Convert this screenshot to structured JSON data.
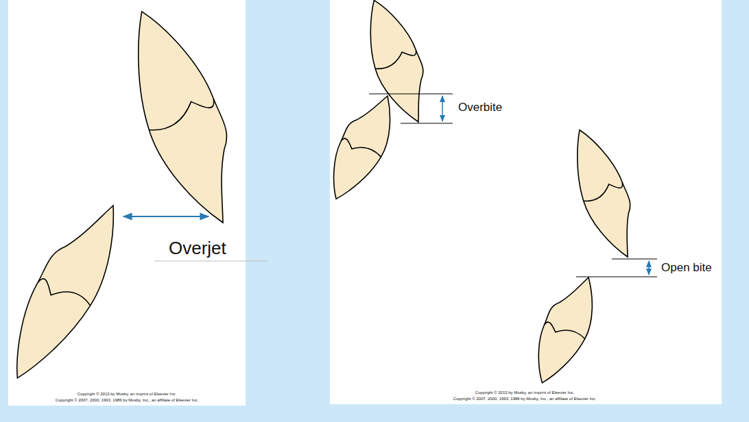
{
  "diagram": {
    "labels": [
      "Overjet",
      "Copyright © 2013 by Mosby, an imprint of Elsevier Inc.",
      "Copyright © 2007, 2000, 1993, 1986 by Mosby, Inc., an affiliate of Elsevier Inc.",
      "Overbite",
      "Open bite",
      "Copyright © 2013 by Mosby, an imprint of Elsevier Inc.",
      "Copyright © 2007, 2000, 1993, 1986 by Mosby, Inc., an affiliate of Elsevier Inc."
    ]
  }
}
